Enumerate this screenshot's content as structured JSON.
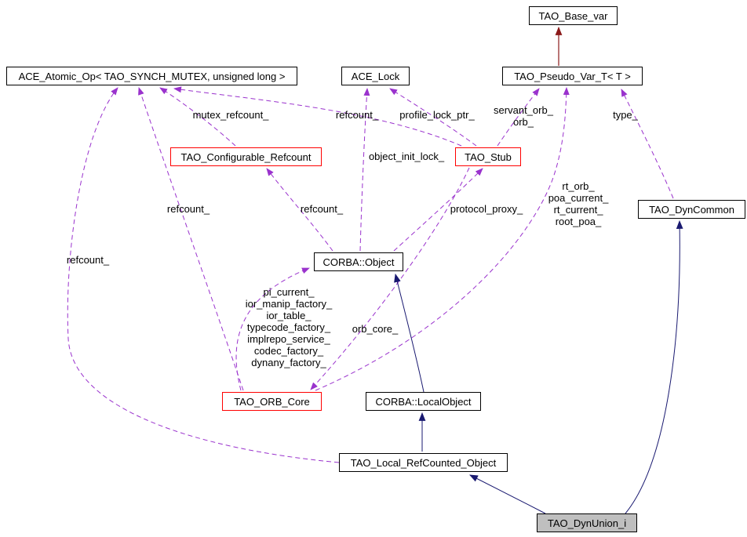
{
  "colors": {
    "usage_edge": "#9a32cd",
    "inherit_edge": "#191970",
    "protected_edge": "#8b1a1a",
    "node_border": "#000000",
    "node_border_red": "#ff0000",
    "node_bg": "#ffffff",
    "current_node_bg": "#bfbfbf",
    "text": "#000000",
    "background": "#ffffff"
  },
  "nodes": [
    {
      "label": "TAO_Base_var",
      "style": "normal"
    },
    {
      "label": "ACE_Atomic_Op< TAO_SYNCH_MUTEX, unsigned long >",
      "style": "normal"
    },
    {
      "label": "ACE_Lock",
      "style": "normal"
    },
    {
      "label": "TAO_Pseudo_Var_T< T >",
      "style": "normal"
    },
    {
      "label": "TAO_Configurable_Refcount",
      "style": "red"
    },
    {
      "label": "TAO_Stub",
      "style": "red"
    },
    {
      "label": "TAO_DynCommon",
      "style": "normal"
    },
    {
      "label": "CORBA::Object",
      "style": "normal"
    },
    {
      "label": "TAO_ORB_Core",
      "style": "red"
    },
    {
      "label": "CORBA::LocalObject",
      "style": "normal"
    },
    {
      "label": "TAO_Local_RefCounted_Object",
      "style": "normal"
    },
    {
      "label": "TAO_DynUnion_i",
      "style": "current"
    }
  ],
  "edges": [
    {
      "from": "TAO_Configurable_Refcount",
      "to": "ACE_Atomic_Op< TAO_SYNCH_MUTEX, unsigned long >",
      "label": "mutex_refcount_",
      "type": "usage"
    },
    {
      "from": "TAO_Stub",
      "to": "ACE_Atomic_Op< TAO_SYNCH_MUTEX, unsigned long >",
      "label": "refcount_",
      "type": "usage"
    },
    {
      "from": "TAO_Stub",
      "to": "ACE_Lock",
      "label": "profile_lock_ptr_",
      "type": "usage"
    },
    {
      "from": "TAO_Stub",
      "to": "TAO_Pseudo_Var_T< T >",
      "label": "servant_orb_\norb_",
      "type": "usage"
    },
    {
      "from": "TAO_DynCommon",
      "to": "TAO_Pseudo_Var_T< T >",
      "label": "type_",
      "type": "usage"
    },
    {
      "from": "CORBA::Object",
      "to": "ACE_Lock",
      "label": "object_init_lock_",
      "type": "usage"
    },
    {
      "from": "TAO_ORB_Core",
      "to": "ACE_Atomic_Op< TAO_SYNCH_MUTEX, unsigned long >",
      "label": "refcount_",
      "type": "usage"
    },
    {
      "from": "CORBA::Object",
      "to": "TAO_Configurable_Refcount",
      "label": "refcount_",
      "type": "usage"
    },
    {
      "from": "CORBA::Object",
      "to": "TAO_Stub",
      "label": "protocol_proxy_",
      "type": "usage"
    },
    {
      "from": "TAO_ORB_Core",
      "to": "TAO_Pseudo_Var_T< T >",
      "label": "rt_orb_\npoa_current_\nrt_current_\nroot_poa_",
      "type": "usage"
    },
    {
      "from": "TAO_Local_RefCounted_Object",
      "to": "ACE_Atomic_Op< TAO_SYNCH_MUTEX, unsigned long >",
      "label": "refcount_",
      "type": "usage"
    },
    {
      "from": "TAO_ORB_Core",
      "to": "CORBA::Object",
      "label": "pi_current_\nior_manip_factory_\nior_table_\ntypecode_factory_\nimplrepo_service_\ncodec_factory_\ndynany_factory_",
      "type": "usage"
    },
    {
      "from": "TAO_Stub",
      "to": "TAO_ORB_Core",
      "label": "orb_core_",
      "type": "usage"
    },
    {
      "from": "CORBA::LocalObject",
      "to": "CORBA::Object",
      "label": "",
      "type": "inheritance"
    },
    {
      "from": "TAO_Local_RefCounted_Object",
      "to": "CORBA::LocalObject",
      "label": "",
      "type": "inheritance"
    },
    {
      "from": "TAO_DynUnion_i",
      "to": "TAO_Local_RefCounted_Object",
      "label": "",
      "type": "inheritance"
    },
    {
      "from": "TAO_DynUnion_i",
      "to": "TAO_DynCommon",
      "label": "",
      "type": "inheritance"
    },
    {
      "from": "TAO_Pseudo_Var_T< T >",
      "to": "TAO_Base_var",
      "label": "",
      "type": "protected-inheritance"
    }
  ]
}
